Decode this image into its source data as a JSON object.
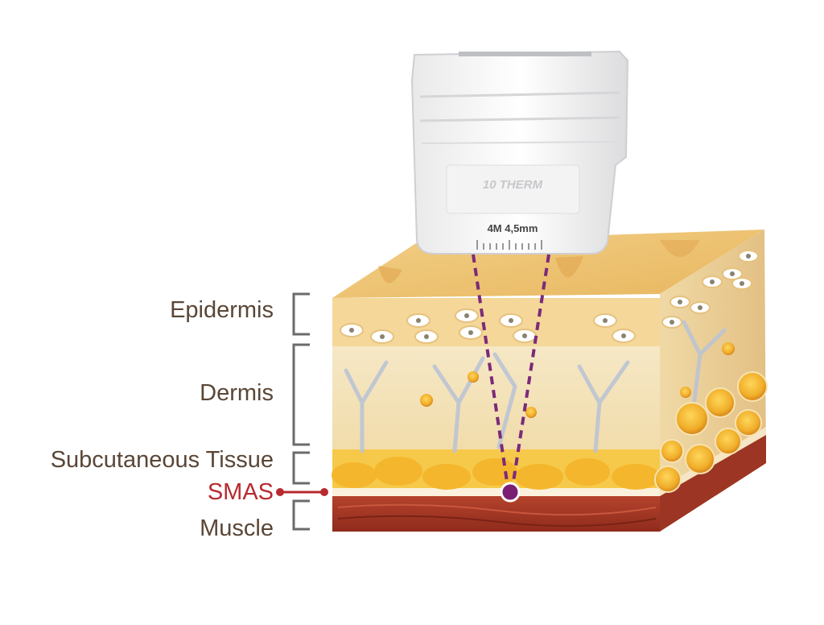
{
  "device": {
    "brand": "10 THERM",
    "depth_marking": "4M 4,5mm"
  },
  "layers": [
    {
      "name": "Epidermis"
    },
    {
      "name": "Dermis"
    },
    {
      "name": "Subcutaneous Tissue"
    },
    {
      "name": "SMAS"
    },
    {
      "name": "Muscle"
    }
  ],
  "colors": {
    "label_text": "#5a4636",
    "smas_accent": "#b72a2f",
    "focus_lines": "#7b2a7a",
    "bracket": "#6b6b6b"
  }
}
